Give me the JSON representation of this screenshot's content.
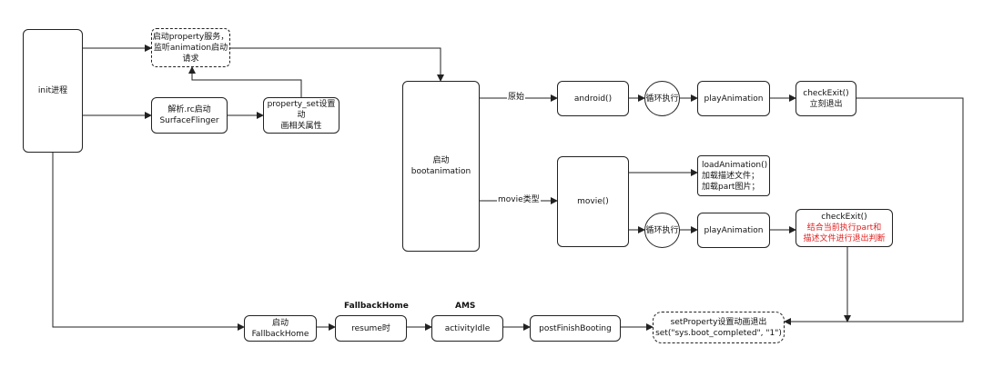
{
  "nodes": {
    "init": "init进程",
    "property_service": [
      "启动property服务，",
      "监听animation启动",
      "请求"
    ],
    "parse_rc": [
      "解析.rc启动",
      "SurfaceFlinger"
    ],
    "property_set": [
      "property_set设置动",
      "画相关属性"
    ],
    "bootanimation": "启动bootanimation",
    "android": "android()",
    "loop1": "循环执行",
    "play1": "playAnimation",
    "check1": [
      "checkExit()",
      "立刻退出"
    ],
    "movie": "movie()",
    "load": [
      "loadAnimation()",
      "加载描述文件；",
      "加载part图片；"
    ],
    "loop2": "循环执行",
    "play2": "playAnimation",
    "check2_title": "checkExit()",
    "check2_red": [
      "结合当前执行part和",
      "描述文件进行退出判断"
    ],
    "fallback": [
      "启动",
      "FallbackHome"
    ],
    "resume": "resume时",
    "idle": "activityIdle",
    "postfinish": "postFinishBooting",
    "setprop": [
      "setProperty设置动画退出",
      "set(\"sys.boot_completed\", \"1\")"
    ]
  },
  "edge_labels": {
    "original": "原始",
    "movie_type": "movie类型"
  },
  "group_titles": {
    "fallbackhome": "FallbackHome",
    "ams": "AMS"
  },
  "colors": {
    "line": "#222222",
    "highlight": "#e02020"
  }
}
